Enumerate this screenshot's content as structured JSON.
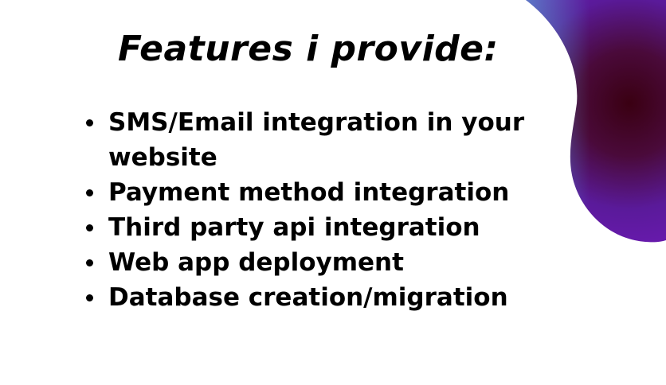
{
  "title": "Features i provide:",
  "features": [
    "SMS/Email integration in your website",
    "Payment method integration",
    "Third party api integration",
    "Web app deployment",
    "Database creation/migration"
  ],
  "colors": {
    "background": "#ffffff",
    "text": "#000000",
    "blob_cyan": "#4fd6e0",
    "blob_dark": "#3a0012",
    "blob_purple": "#6a1ab0"
  }
}
